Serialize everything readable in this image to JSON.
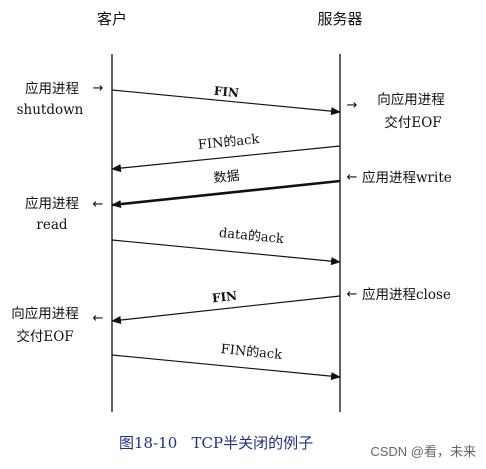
{
  "headers": {
    "client": "客户",
    "server": "服务器"
  },
  "left_notes": {
    "shutdown": [
      "应用进程",
      "shutdown"
    ],
    "read": [
      "应用进程",
      "read"
    ],
    "eof": [
      "向应用进程",
      "交付EOF"
    ]
  },
  "right_notes": {
    "eof": [
      "向应用进程",
      "交付EOF"
    ],
    "write": "应用进程write",
    "close": "应用进程close"
  },
  "messages": [
    {
      "label": "FIN",
      "direction": "client-to-server"
    },
    {
      "label": "FIN的ack",
      "direction": "server-to-client"
    },
    {
      "label": "数据",
      "direction": "server-to-client"
    },
    {
      "label": "data的ack",
      "direction": "client-to-server"
    },
    {
      "label": "FIN",
      "direction": "server-to-client"
    },
    {
      "label": "FIN的ack",
      "direction": "client-to-server"
    }
  ],
  "caption": "图18-10   TCP半关闭的例子",
  "watermark": "CSDN @看，未来"
}
